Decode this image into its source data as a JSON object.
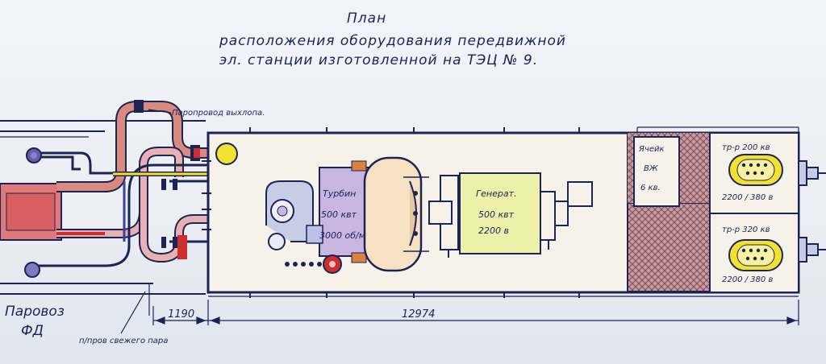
{
  "title": {
    "line1": "План",
    "line2": "расположения оборудования передвижной",
    "line3": "эл. станции изготовленной на ТЭЦ № 9."
  },
  "labels": {
    "exhaust_pipe": "Паропровод выхлопа.",
    "fresh_steam_pipe": "п/пров свежего пара",
    "locomotive": [
      "Паровоз",
      "ФД"
    ],
    "turbine": [
      "Турбин",
      "500 квт",
      "3000 об/м"
    ],
    "generator": [
      "Генерат.",
      "500 квт",
      "2200 в"
    ],
    "battery": [
      "Ячейк",
      "ВЖ",
      "6 кв."
    ],
    "transformer_1": [
      "тр-р 200 кв",
      "2200 / 380 в"
    ],
    "transformer_2": [
      "тр-р 320 кв",
      "2200 / 380 в"
    ]
  },
  "dimensions": {
    "offset": "1190",
    "car_length": "12974"
  },
  "colors": {
    "ink": "#1c2356",
    "exhaust": "#d98a7e",
    "red": "#cc2f2f",
    "turbine": "#c9b6e0",
    "body": "#f6e2c2",
    "generator": "#ecf0a8",
    "yellow": "#f2e230",
    "blue": "#3c3f9e"
  }
}
